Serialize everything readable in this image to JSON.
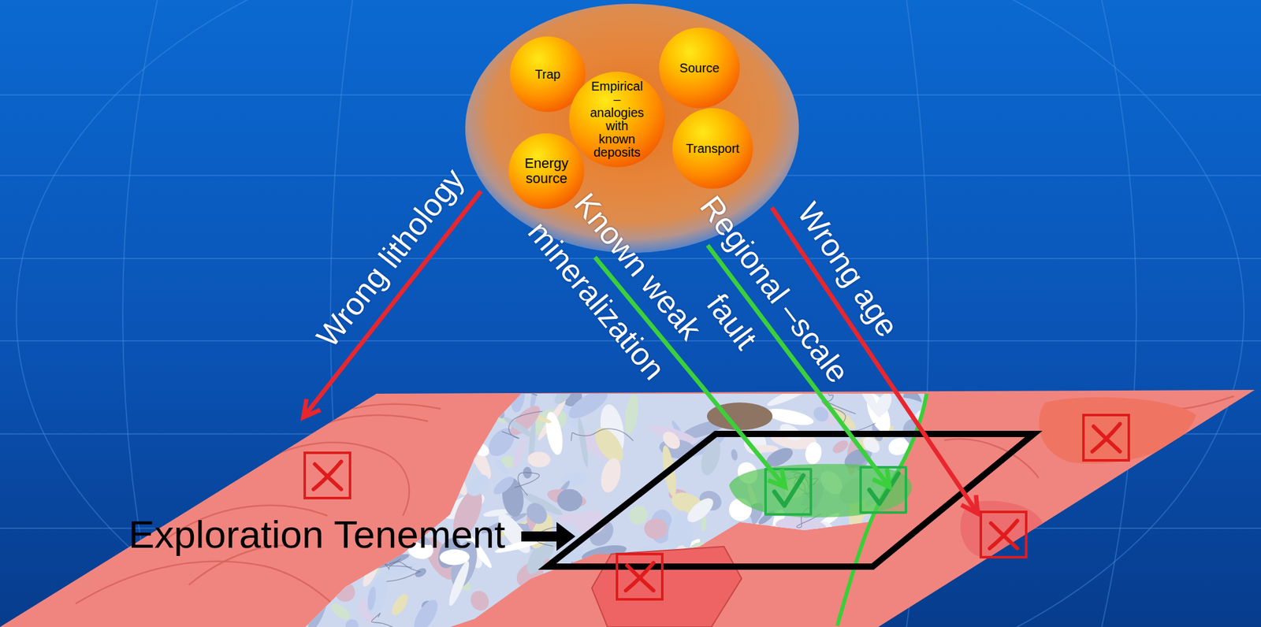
{
  "diagram": {
    "nodes": [
      {
        "text": [
          "Trap"
        ]
      },
      {
        "text": [
          "Source"
        ]
      },
      {
        "text": [
          "Empirical – analogies with known deposits"
        ]
      },
      {
        "text": [
          "Energy source"
        ]
      },
      {
        "text": [
          "Transport"
        ]
      }
    ],
    "labels": [
      "Wrong lithology",
      "Known weak mineralization",
      "Regional –scale fault",
      "Wrong age",
      "Exploration Tenement"
    ]
  }
}
